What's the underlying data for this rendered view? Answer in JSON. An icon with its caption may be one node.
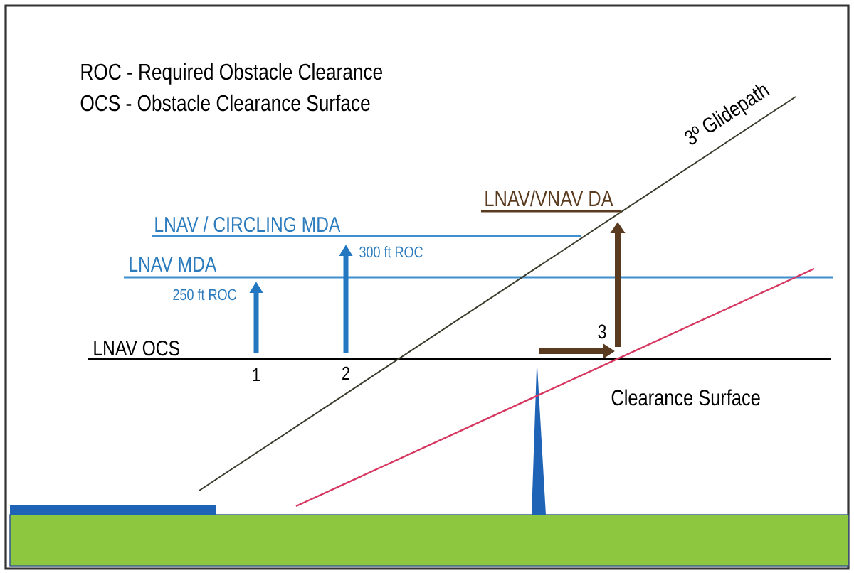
{
  "diagram": {
    "labels": [
      "ROC - Required Obstacle Clearance",
      "OCS - Obstacle Clearance Surface",
      "3º Glidepath",
      "LNAV/VNAV DA",
      "LNAV / CIRCLING MDA",
      "300 ft ROC",
      "LNAV MDA",
      "250 ft ROC",
      "3",
      "LNAV OCS",
      "1",
      "2",
      "Clearance Surface"
    ]
  }
}
